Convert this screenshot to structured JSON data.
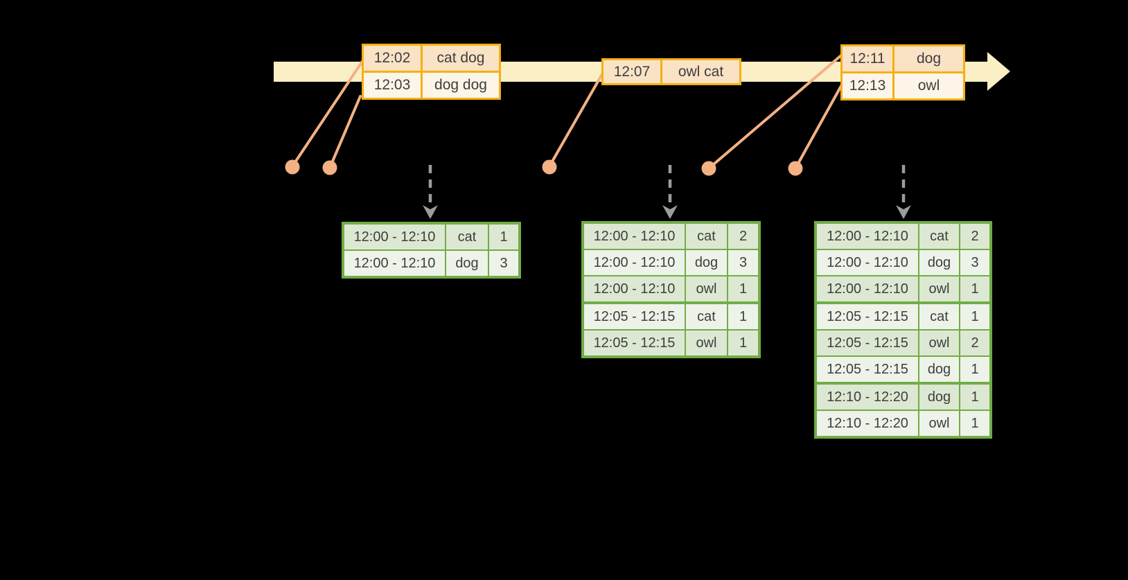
{
  "title": "windowed-grouped-aggregation-diagram",
  "colors": {
    "background": "#000000",
    "timeline_fill": "#fbefc6",
    "event_table_border": "#f5b012",
    "event_row_dark": "#fae2c5",
    "event_row_light": "#fdf5e8",
    "connector_orange": "#f4b183",
    "result_table_border": "#70ad47",
    "result_row_dark": "#dde8d3",
    "result_row_light": "#eef3ea",
    "trigger_arrow_gray": "#9c9c9c",
    "text": "#3e3e3e"
  },
  "icons": {
    "timeline": "right-arrow-band",
    "event_marker": "filled-circle-with-leader-line",
    "trigger": "dashed-down-arrow"
  },
  "event_tables": [
    {
      "rows": [
        {
          "time": "12:02",
          "words": "cat dog"
        },
        {
          "time": "12:03",
          "words": "dog dog"
        }
      ]
    },
    {
      "rows": [
        {
          "time": "12:07",
          "words": "owl cat"
        }
      ]
    },
    {
      "rows": [
        {
          "time": "12:11",
          "words": "dog"
        },
        {
          "time": "12:13",
          "words": "owl"
        }
      ]
    }
  ],
  "result_tables": [
    {
      "rows": [
        {
          "window": "12:00 - 12:10",
          "word": "cat",
          "count": "1"
        },
        {
          "window": "12:00 - 12:10",
          "word": "dog",
          "count": "3"
        }
      ]
    },
    {
      "rows": [
        {
          "window": "12:00 - 12:10",
          "word": "cat",
          "count": "2"
        },
        {
          "window": "12:00 - 12:10",
          "word": "dog",
          "count": "3"
        },
        {
          "window": "12:00 - 12:10",
          "word": "owl",
          "count": "1"
        },
        {
          "window": "12:05 - 12:15",
          "word": "cat",
          "count": "1"
        },
        {
          "window": "12:05 - 12:15",
          "word": "owl",
          "count": "1"
        }
      ]
    },
    {
      "rows": [
        {
          "window": "12:00 - 12:10",
          "word": "cat",
          "count": "2"
        },
        {
          "window": "12:00 - 12:10",
          "word": "dog",
          "count": "3"
        },
        {
          "window": "12:00 - 12:10",
          "word": "owl",
          "count": "1"
        },
        {
          "window": "12:05 - 12:15",
          "word": "cat",
          "count": "1"
        },
        {
          "window": "12:05 - 12:15",
          "word": "owl",
          "count": "2"
        },
        {
          "window": "12:05 - 12:15",
          "word": "dog",
          "count": "1"
        },
        {
          "window": "12:10 - 12:20",
          "word": "dog",
          "count": "1"
        },
        {
          "window": "12:10 - 12:20",
          "word": "owl",
          "count": "1"
        }
      ]
    }
  ]
}
